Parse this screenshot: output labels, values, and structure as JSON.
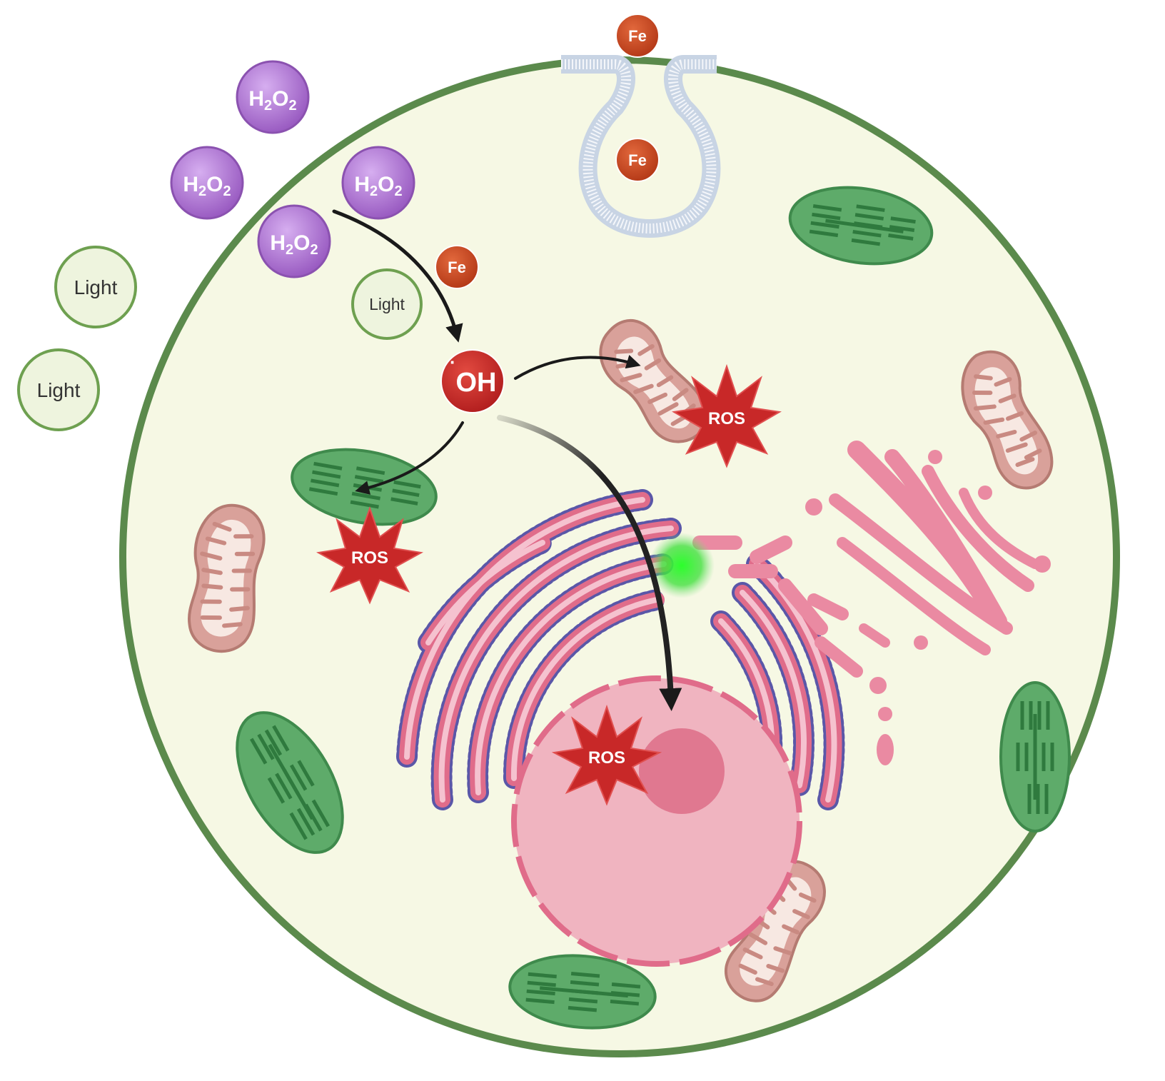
{
  "labels": {
    "h2o2": "H2O2",
    "h2o2_main": "H",
    "h2o2_sub": "2",
    "h2o2_o": "O",
    "fe": "Fe",
    "light": "Light",
    "oh_dot": "·",
    "oh": "OH",
    "ros": "ROS"
  },
  "colors": {
    "cell_fill": "#f6f8e4",
    "cell_membrane": "#5b8a4c",
    "h2o2": "#a46cc8",
    "fe": "#c94a24",
    "light_fill": "#eef4de",
    "light_stroke": "#6ea050",
    "oh": "#cc2b2b",
    "ros": "#c82828",
    "chloroplast": "#5eab6a",
    "mitochondrion": "#d9a19a",
    "er": "#e06c8a",
    "nucleus": "#f0b4c0",
    "nucleolus": "#e07890",
    "fluorescent_dot": "#33e633"
  },
  "icons": [
    "hydrogen-peroxide-molecule",
    "iron-ion",
    "light-photon",
    "hydroxyl-radical",
    "ros-burst",
    "chloroplast",
    "mitochondrion",
    "endoplasmic-reticulum",
    "golgi-apparatus",
    "nucleus",
    "endocytic-vesicle"
  ]
}
